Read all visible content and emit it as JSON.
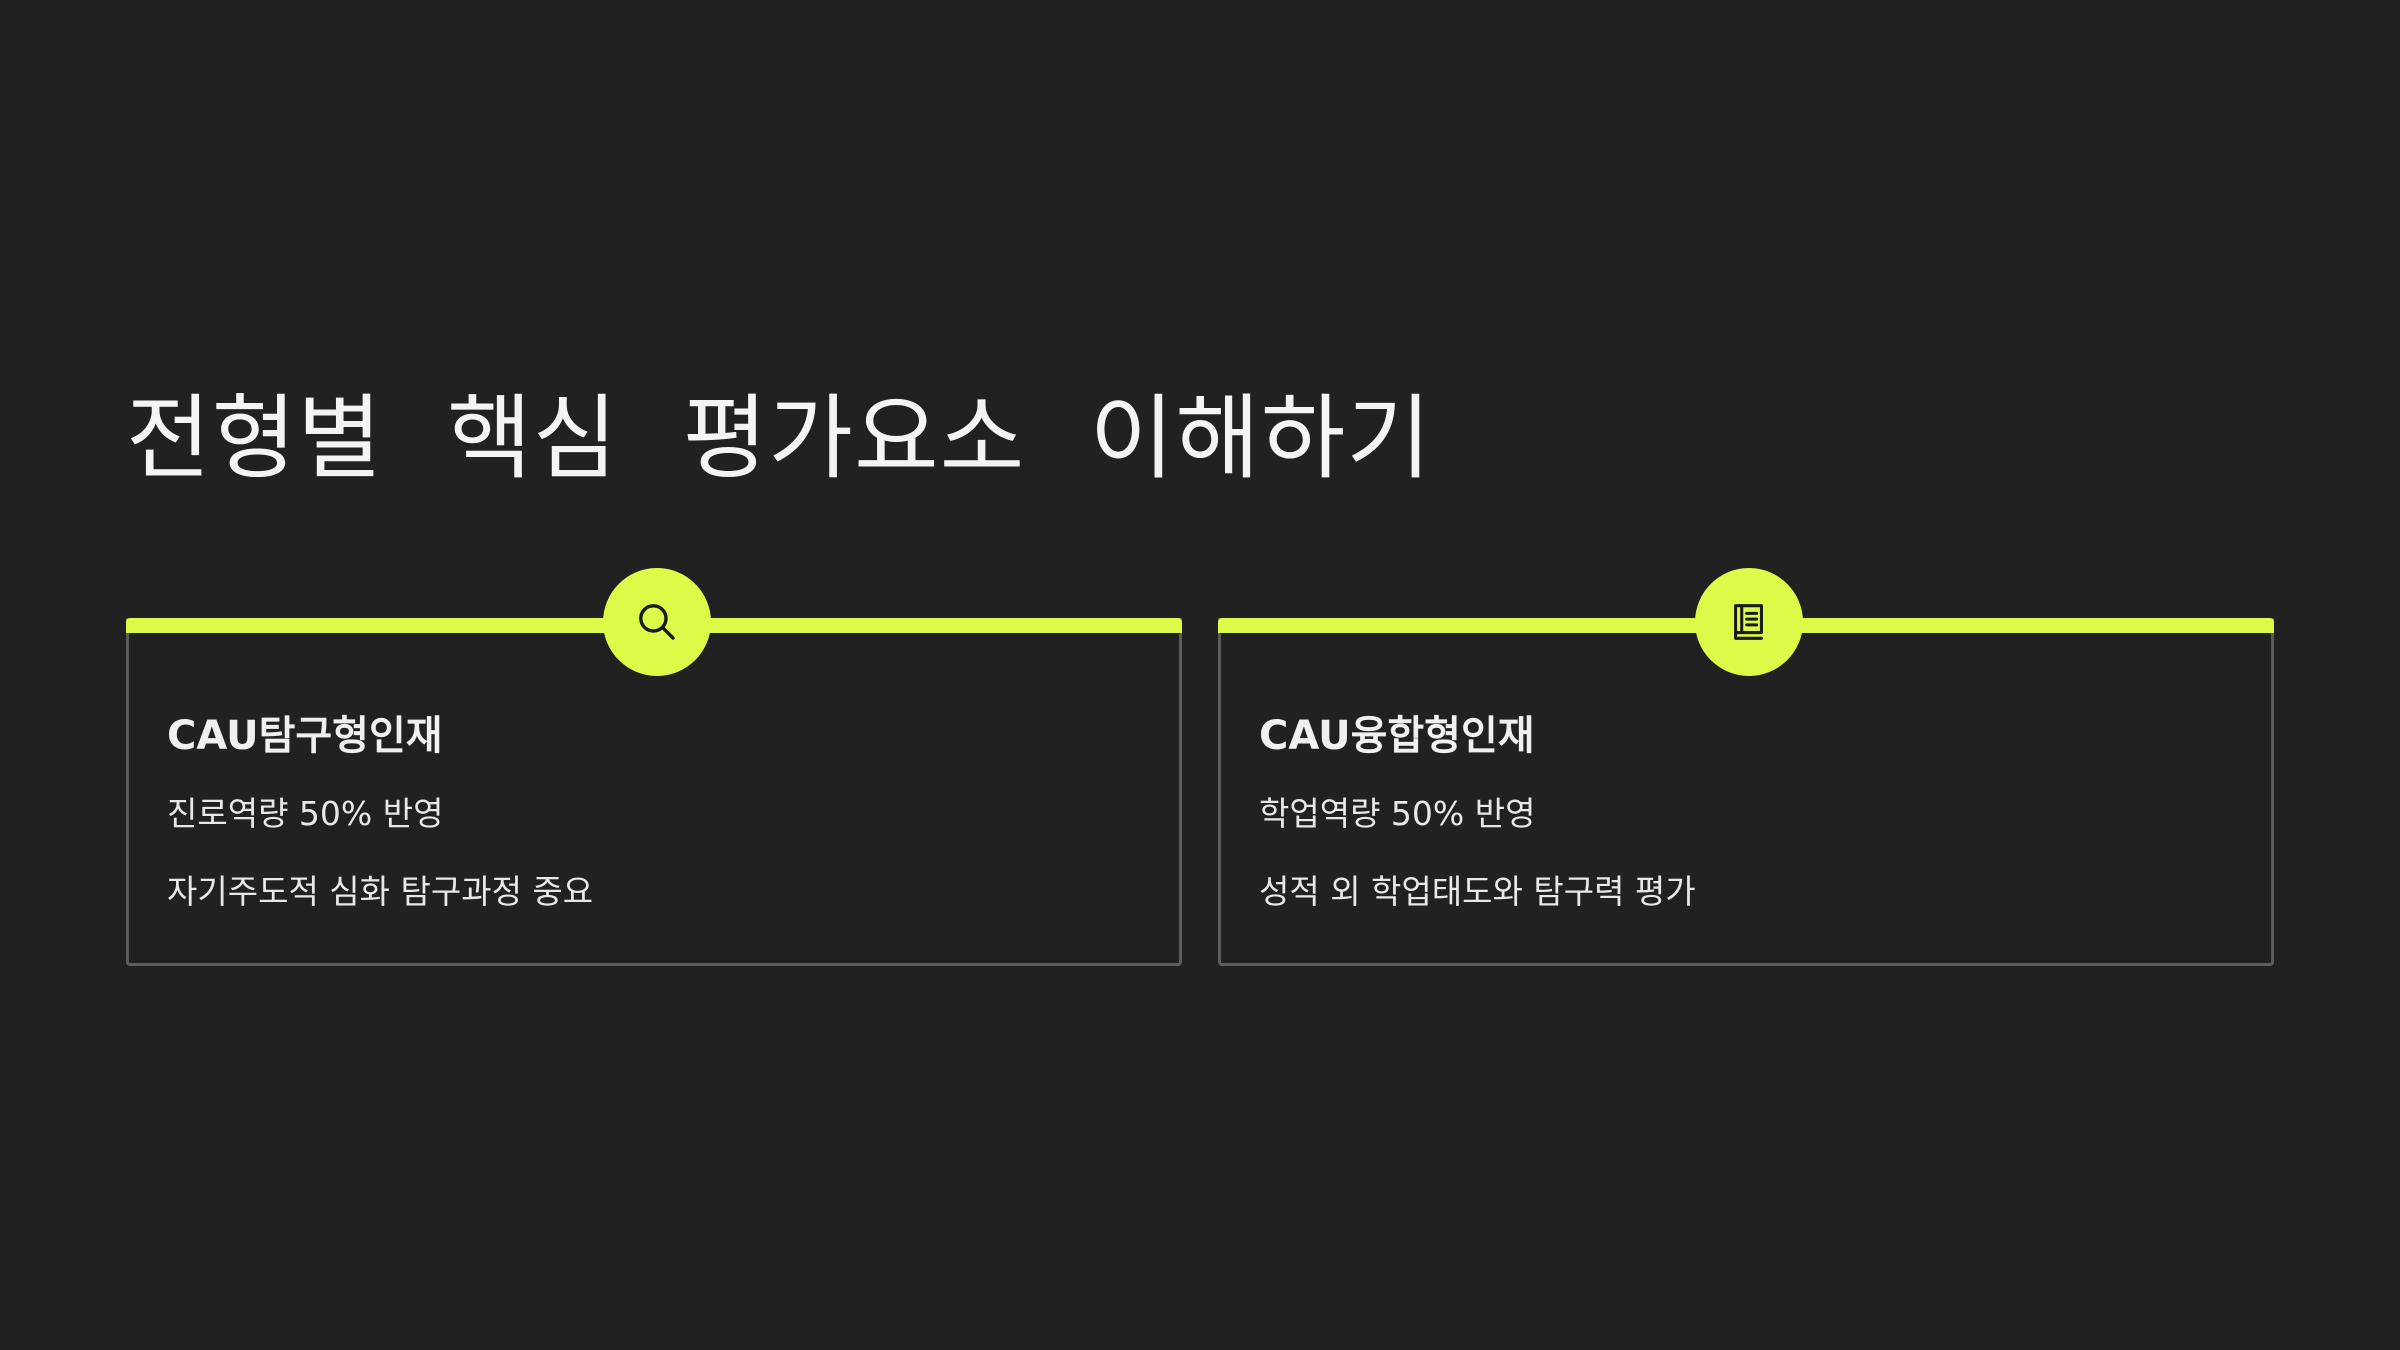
{
  "slide": {
    "title": "전형별 핵심 평가요소 이해하기"
  },
  "cards": [
    {
      "icon": "search-icon",
      "title": "CAU탐구형인재",
      "lines": [
        "진로역량 50% 반영",
        "자기주도적 심화 탐구과정 중요"
      ]
    },
    {
      "icon": "book-icon",
      "title": "CAU융합형인재",
      "lines": [
        "학업역량 50% 반영",
        "성적 외 학업태도와 탐구력 평가"
      ]
    }
  ],
  "colors": {
    "background": "#212121",
    "accent": "#dcfb48",
    "card_border": "#5c5c5c",
    "text": "#f0f0f0"
  }
}
